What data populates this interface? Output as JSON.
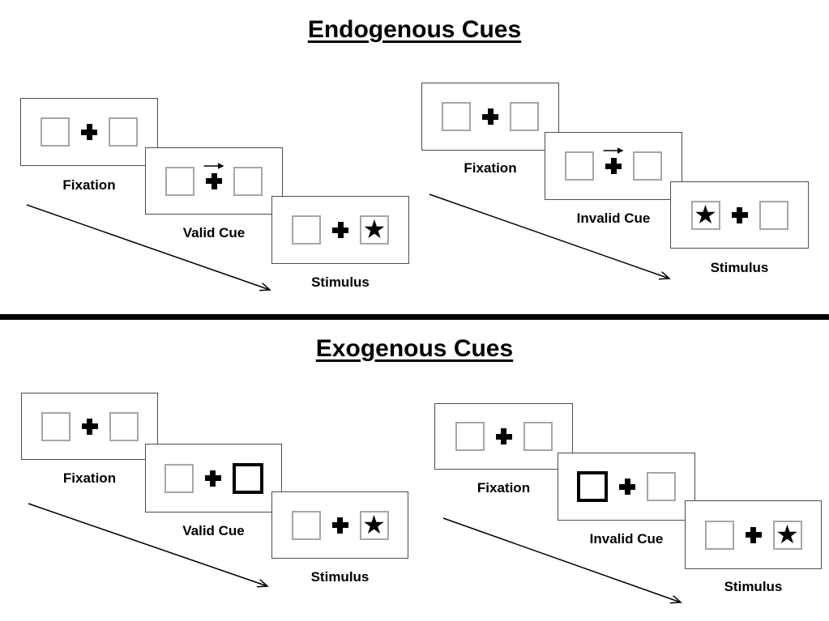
{
  "figure": {
    "type": "attention-cueing-paradigm-diagram",
    "divider": {
      "color": "#000000"
    }
  },
  "colors": {
    "background": "#ffffff",
    "panel_border": "#4d4d4d",
    "box_border": "#a6a6a6",
    "highlight_border": "#000000",
    "ink": "#000000"
  },
  "glyphs": {
    "star": "★",
    "plus": "+",
    "cue_arrow": "→"
  },
  "sections": [
    {
      "id": "endogenous",
      "title": "Endogenous Cues",
      "sequences": [
        {
          "id": "valid",
          "panels": [
            {
              "label": "Fixation",
              "left_box": "empty",
              "right_box": "empty",
              "cue": "none"
            },
            {
              "label": "Valid Cue",
              "left_box": "empty",
              "right_box": "empty",
              "cue": "arrow-right"
            },
            {
              "label": "Stimulus",
              "left_box": "empty",
              "right_box": "star",
              "cue": "none"
            }
          ]
        },
        {
          "id": "invalid",
          "panels": [
            {
              "label": "Fixation",
              "left_box": "empty",
              "right_box": "empty",
              "cue": "none"
            },
            {
              "label": "Invalid Cue",
              "left_box": "empty",
              "right_box": "empty",
              "cue": "arrow-right"
            },
            {
              "label": "Stimulus",
              "left_box": "star",
              "right_box": "empty",
              "cue": "none"
            }
          ]
        }
      ]
    },
    {
      "id": "exogenous",
      "title": "Exogenous Cues",
      "sequences": [
        {
          "id": "valid",
          "panels": [
            {
              "label": "Fixation",
              "left_box": "empty",
              "right_box": "empty",
              "cue": "none"
            },
            {
              "label": "Valid Cue",
              "left_box": "empty",
              "right_box": "highlight",
              "cue": "none"
            },
            {
              "label": "Stimulus",
              "left_box": "empty",
              "right_box": "star",
              "cue": "none"
            }
          ]
        },
        {
          "id": "invalid",
          "panels": [
            {
              "label": "Fixation",
              "left_box": "empty",
              "right_box": "empty",
              "cue": "none"
            },
            {
              "label": "Invalid Cue",
              "left_box": "highlight",
              "right_box": "empty",
              "cue": "none"
            },
            {
              "label": "Stimulus",
              "left_box": "empty",
              "right_box": "star",
              "cue": "none"
            }
          ]
        }
      ]
    }
  ]
}
